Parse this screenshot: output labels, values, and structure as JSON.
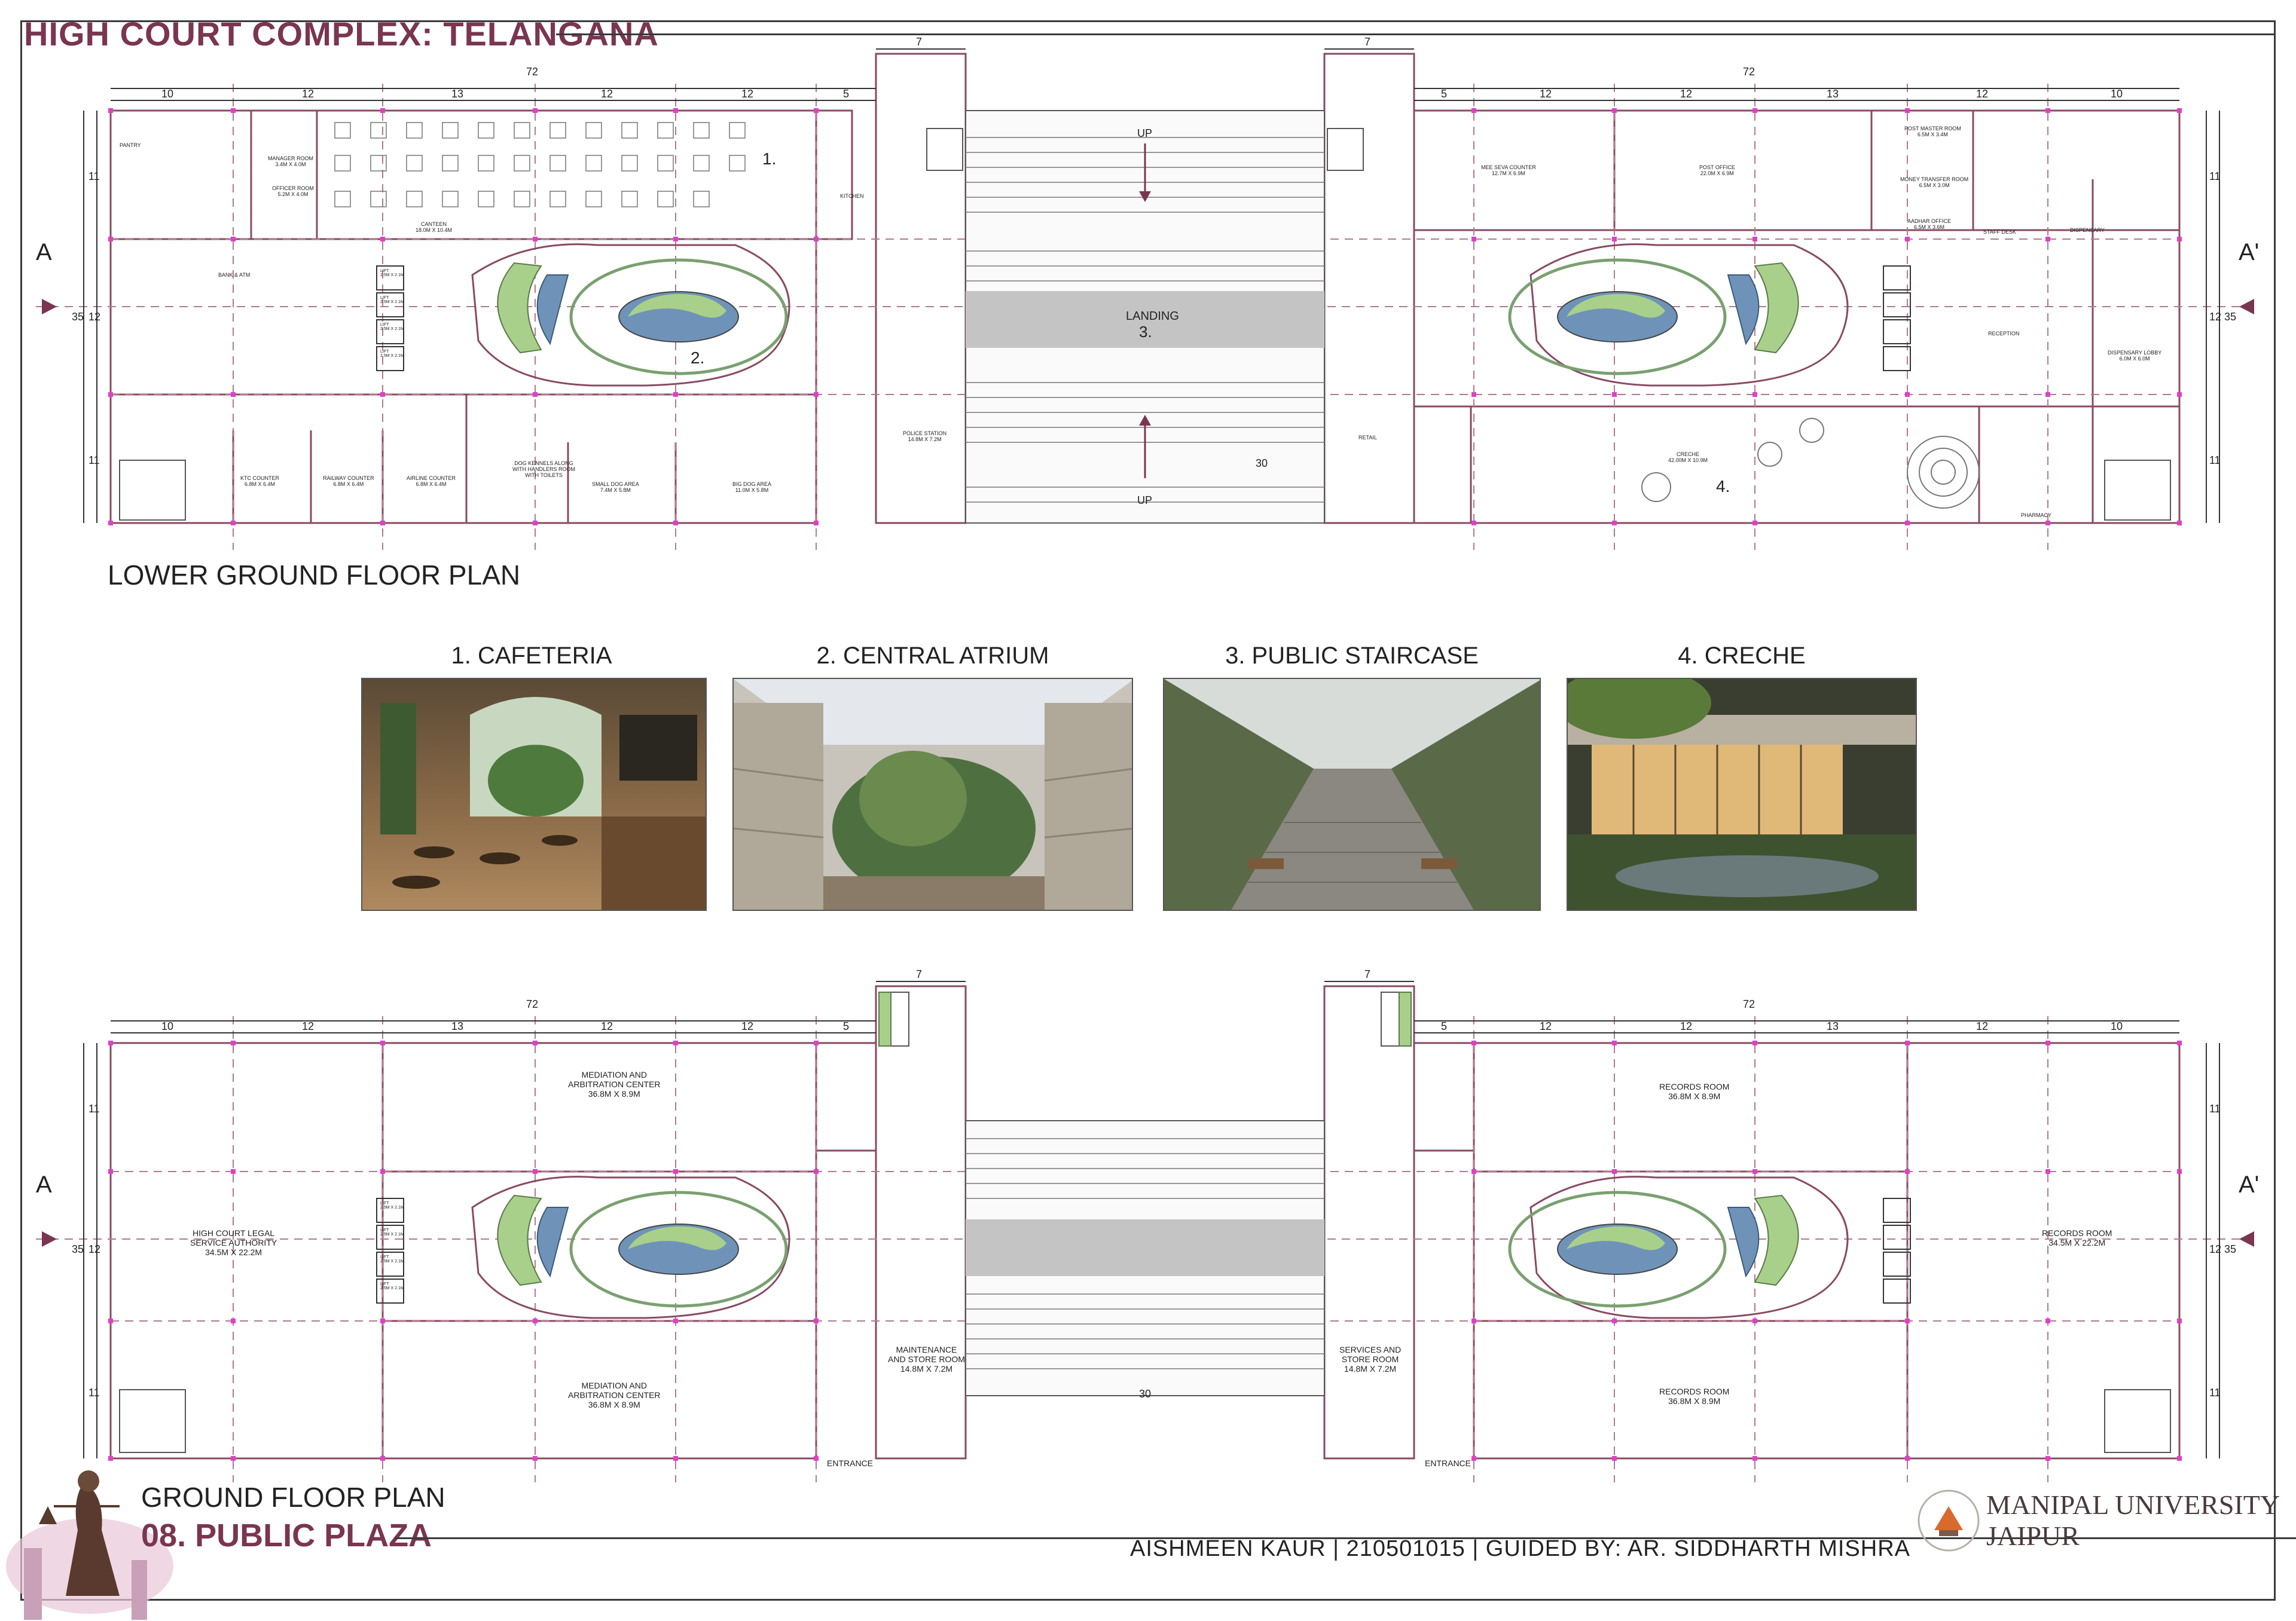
{
  "header": {
    "title": "HIGH COURT COMPLEX: TELANGANA"
  },
  "plans": {
    "lower": {
      "label": "LOWER GROUND FLOOR PLAN",
      "section_left": "A",
      "section_right": "A'",
      "dims_top_left": [
        "10",
        "12",
        "13",
        "12",
        "12",
        "5"
      ],
      "dims_top_right": [
        "5",
        "12",
        "12",
        "13",
        "12",
        "10"
      ],
      "overall_width": "72",
      "bridge_width": "7",
      "overall_depth": "35",
      "bay_depths": [
        "11",
        "12",
        "11"
      ],
      "stair": {
        "up_top": "UP",
        "up_bottom": "UP",
        "landing": "LANDING",
        "landing_no": "3.",
        "span": "30"
      },
      "markers": {
        "cafeteria": "1.",
        "atrium": "2.",
        "creche": "4."
      },
      "rooms": {
        "pantry": "PANTRY",
        "manager": "MANAGER ROOM\n3.4M X 4.0M",
        "officer": "OFFICER ROOM\n5.2M X 4.0M",
        "canteen": "CANTEEN\n18.0M X 10.4M",
        "kitchen": "KITCHEN",
        "bank": "BANK & ATM",
        "ktc": "KTC COUNTER\n6.8M X 6.4M",
        "railway": "RAILWAY COUNTER\n6.8M X 6.4M",
        "airline": "AIRLINE COUNTER\n6.8M X 6.4M",
        "kennels": "DOG KENNELS ALONG\nWITH HANDLERS ROOM\nWITH TOILETS",
        "small_dog": "SMALL DOG AREA\n7.4M X 5.8M",
        "big_dog": "BIG DOG AREA\n11.0M X 5.8M",
        "police": "POLICE STATION\n14.8M X 7.2M",
        "retail": "RETAIL",
        "mee_seva": "MEE SEVA COUNTER\n12.7M X 6.9M",
        "post_office": "POST OFFICE\n22.0M X 6.9M",
        "post_master": "POST MASTER ROOM\n6.5M X 3.4M",
        "money_transfer": "MONEY TRANSFER ROOM\n6.5M X 3.0M",
        "aadhar": "AADHAR OFFICE\n6.5M X 3.6M",
        "staff_desk": "STAFF DESK",
        "dispensary": "DISPENSARY",
        "reception": "RECEPTION",
        "dispensary_lobby": "DISPENSARY LOBBY\n6.0M X 6.0M",
        "creche": "CRECHE\n42.00M X 10.9M",
        "pharmacy": "PHARMACY"
      },
      "lifts": [
        "LIFT\n2.5M X 2.1M",
        "LIFT\n2.5M X 2.1M",
        "LIFT\n2.5M X 2.1M",
        "LIFT\n2.5M X 2.1M"
      ]
    },
    "ground": {
      "label": "GROUND FLOOR PLAN",
      "section_left": "A",
      "section_right": "A'",
      "dims_top_left": [
        "10",
        "12",
        "13",
        "12",
        "12",
        "5"
      ],
      "dims_top_right": [
        "5",
        "12",
        "12",
        "13",
        "12",
        "10"
      ],
      "overall_width": "72",
      "bridge_width": "7",
      "overall_depth": "35",
      "bay_depths": [
        "11",
        "12",
        "11"
      ],
      "span": "30",
      "rooms": {
        "mediation_top": "MEDIATION AND\nARBITRATION CENTER\n36.8M X 8.9M",
        "mediation_bottom": "MEDIATION AND\nARBITRATION CENTER\n36.8M X 8.9M",
        "legal_service": "HIGH COURT LEGAL\nSERVICE AUTHORITY\n34.5M X 22.2M",
        "maintenance": "MAINTENANCE\nAND STORE ROOM\n14.8M X 7.2M",
        "services": "SERVICES AND\nSTORE ROOM\n14.8M X 7.2M",
        "records_top": "RECORDS ROOM\n36.8M X 8.9M",
        "records_right": "RECORDS ROOM\n34.5M X 22.2M",
        "records_bottom": "RECORDS ROOM\n36.8M X 8.9M",
        "entrance_left": "ENTRANCE",
        "entrance_right": "ENTRANCE"
      },
      "lifts": [
        "LIFT\n2.5M X 2.1M",
        "LIFT\n2.5M X 2.1M",
        "LIFT\n2.5M X 2.1M",
        "LIFT\n2.5M X 2.1M"
      ]
    }
  },
  "photos": [
    {
      "title": "1. CAFETERIA"
    },
    {
      "title": "2. CENTRAL ATRIUM"
    },
    {
      "title": "3. PUBLIC STAIRCASE"
    },
    {
      "title": "4. CRECHE"
    }
  ],
  "footer": {
    "sheet_title": "08. PUBLIC PLAZA",
    "credits": "AISHMEEN KAUR | 210501015 | GUIDED BY: AR. SIDDHARTH MISHRA",
    "university_line1": "MANIPAL UNIVERSITY",
    "university_line2": "JAIPUR"
  },
  "colors": {
    "accent": "#7a3550",
    "wall": "#8a4a62",
    "column": "#e040c8",
    "water": "#6f93b8",
    "landscape": "#a8d08a",
    "landing": "#c4c4c4"
  }
}
